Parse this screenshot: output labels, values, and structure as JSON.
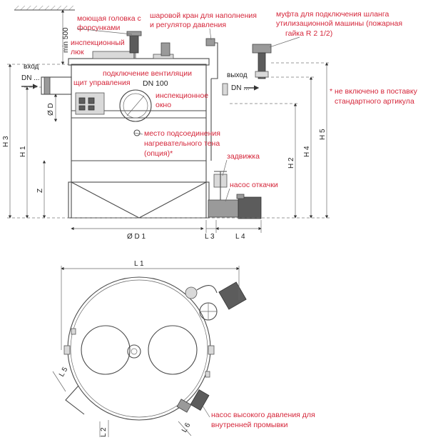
{
  "labels": {
    "washing_head": [
      "моющая головка с",
      "форсунками"
    ],
    "ball_valve": [
      "шаровой кран для наполнения",
      "и регулятор давления"
    ],
    "hose_coupling": [
      "муфта для подключения шланга",
      "утилизационной машины (пожарная",
      "гайка R 2 1/2)"
    ],
    "inspection_hatch": [
      "инспекционный",
      "люк"
    ],
    "ventilation": "подключение вентиляции",
    "control_panel": "щит управления",
    "inspection_window": [
      "инспекционное",
      "окно"
    ],
    "heater_connection": [
      "место подсоединения",
      "нагревательного тена",
      "(опция)*"
    ],
    "gate_valve": "задвижка",
    "drain_pump": "насос откачки",
    "note": [
      "* не включено в поставку",
      "стандартного артикула"
    ],
    "hp_pump": [
      "насос высокого давления для",
      "внутренней промывки"
    ]
  },
  "dims": {
    "min500": "min 500",
    "inlet": "вход",
    "inlet_dn": "DN ...",
    "outlet": "выход",
    "outlet_dn": "DN ...",
    "dn100": "DN 100",
    "od": "Ø D",
    "h3": "H 3",
    "h1": "H 1",
    "z": "Z",
    "h2": "H 2",
    "h4": "H 4",
    "h5": "H 5",
    "od1": "Ø D 1",
    "l3": "L 3",
    "l4": "L 4",
    "l1": "L 1",
    "l5": "L 5",
    "l2": "L 2",
    "l6": "L 6"
  }
}
